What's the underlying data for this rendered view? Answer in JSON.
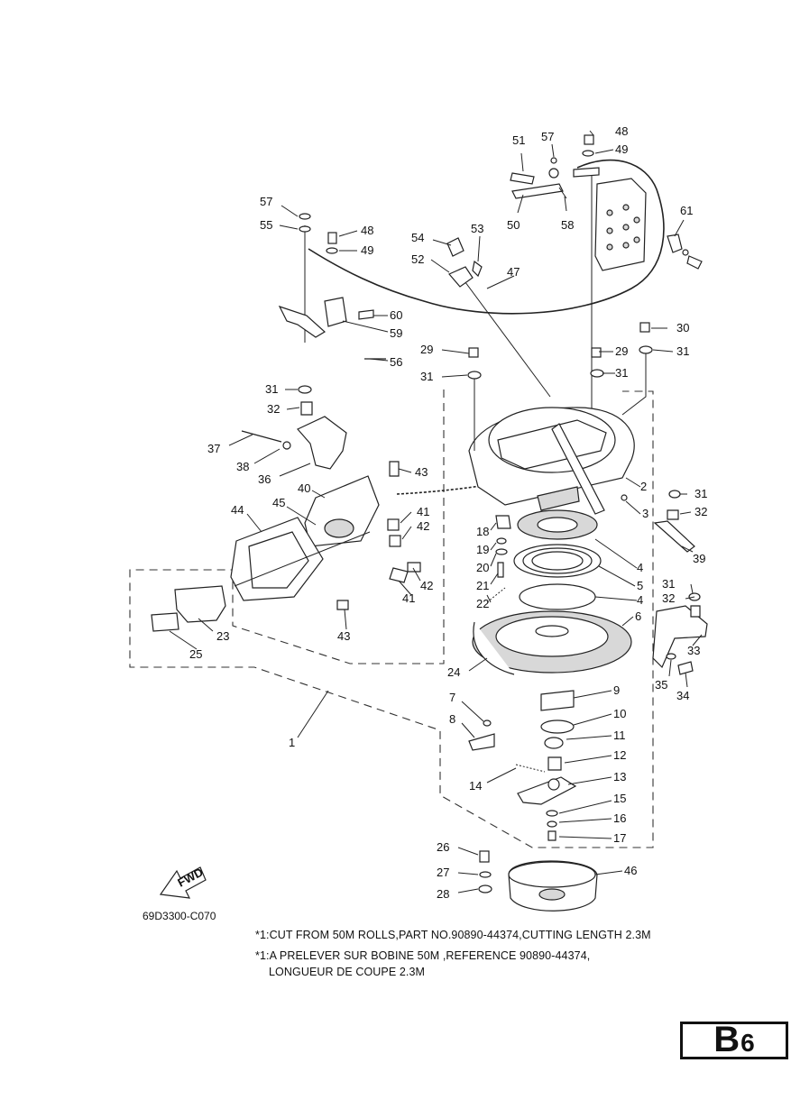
{
  "diagram": {
    "callouts": [
      {
        "id": "c1",
        "text": "1"
      },
      {
        "id": "c2",
        "text": "2"
      },
      {
        "id": "c3",
        "text": "3"
      },
      {
        "id": "c4a",
        "text": "4"
      },
      {
        "id": "c4b",
        "text": "4"
      },
      {
        "id": "c5",
        "text": "5"
      },
      {
        "id": "c6",
        "text": "6"
      },
      {
        "id": "c7",
        "text": "7"
      },
      {
        "id": "c8",
        "text": "8"
      },
      {
        "id": "c9",
        "text": "9"
      },
      {
        "id": "c10",
        "text": "10"
      },
      {
        "id": "c11",
        "text": "11"
      },
      {
        "id": "c12",
        "text": "12"
      },
      {
        "id": "c13",
        "text": "13"
      },
      {
        "id": "c14",
        "text": "14"
      },
      {
        "id": "c15",
        "text": "15"
      },
      {
        "id": "c16",
        "text": "16"
      },
      {
        "id": "c17",
        "text": "17"
      },
      {
        "id": "c18",
        "text": "18"
      },
      {
        "id": "c19",
        "text": "19"
      },
      {
        "id": "c20",
        "text": "20"
      },
      {
        "id": "c21",
        "text": "21"
      },
      {
        "id": "c22",
        "text": "22"
      },
      {
        "id": "c23",
        "text": "23"
      },
      {
        "id": "c24",
        "text": "24"
      },
      {
        "id": "c25",
        "text": "25"
      },
      {
        "id": "c26",
        "text": "26"
      },
      {
        "id": "c27",
        "text": "27"
      },
      {
        "id": "c28",
        "text": "28"
      },
      {
        "id": "c29a",
        "text": "29"
      },
      {
        "id": "c29b",
        "text": "29"
      },
      {
        "id": "c30",
        "text": "30"
      },
      {
        "id": "c31a",
        "text": "31"
      },
      {
        "id": "c31b",
        "text": "31"
      },
      {
        "id": "c31c",
        "text": "31"
      },
      {
        "id": "c31d",
        "text": "31"
      },
      {
        "id": "c31e",
        "text": "31"
      },
      {
        "id": "c31f",
        "text": "31"
      },
      {
        "id": "c32a",
        "text": "32"
      },
      {
        "id": "c32b",
        "text": "32"
      },
      {
        "id": "c32c",
        "text": "32"
      },
      {
        "id": "c33",
        "text": "33"
      },
      {
        "id": "c34",
        "text": "34"
      },
      {
        "id": "c35",
        "text": "35"
      },
      {
        "id": "c36",
        "text": "36"
      },
      {
        "id": "c37",
        "text": "37"
      },
      {
        "id": "c38",
        "text": "38"
      },
      {
        "id": "c39",
        "text": "39"
      },
      {
        "id": "c40",
        "text": "40"
      },
      {
        "id": "c41a",
        "text": "41"
      },
      {
        "id": "c41b",
        "text": "41"
      },
      {
        "id": "c42a",
        "text": "42"
      },
      {
        "id": "c42b",
        "text": "42"
      },
      {
        "id": "c43a",
        "text": "43"
      },
      {
        "id": "c43b",
        "text": "43"
      },
      {
        "id": "c44",
        "text": "44"
      },
      {
        "id": "c45",
        "text": "45"
      },
      {
        "id": "c46",
        "text": "46"
      },
      {
        "id": "c47",
        "text": "47"
      },
      {
        "id": "c48a",
        "text": "48"
      },
      {
        "id": "c48b",
        "text": "48"
      },
      {
        "id": "c49a",
        "text": "49"
      },
      {
        "id": "c49b",
        "text": "49"
      },
      {
        "id": "c50",
        "text": "50"
      },
      {
        "id": "c51",
        "text": "51"
      },
      {
        "id": "c52",
        "text": "52"
      },
      {
        "id": "c53",
        "text": "53"
      },
      {
        "id": "c54",
        "text": "54"
      },
      {
        "id": "c55",
        "text": "55"
      },
      {
        "id": "c56",
        "text": "56"
      },
      {
        "id": "c57a",
        "text": "57"
      },
      {
        "id": "c57b",
        "text": "57"
      },
      {
        "id": "c58",
        "text": "58"
      },
      {
        "id": "c59",
        "text": "59"
      },
      {
        "id": "c60",
        "text": "60"
      },
      {
        "id": "c61",
        "text": "61"
      }
    ],
    "fwd_label": "FWD",
    "drawing_code": "69D3300-C070",
    "notes": [
      "*1:CUT FROM 50M ROLLS,PART NO.90890-44374,CUTTING LENGTH 2.3M",
      "*1:A PRELEVER SUR BOBINE 50M ,REFERENCE 90890-44374,",
      "LONGUEUR DE COUPE 2.3M"
    ]
  },
  "page_marker": {
    "letter": "B",
    "number": "6"
  }
}
